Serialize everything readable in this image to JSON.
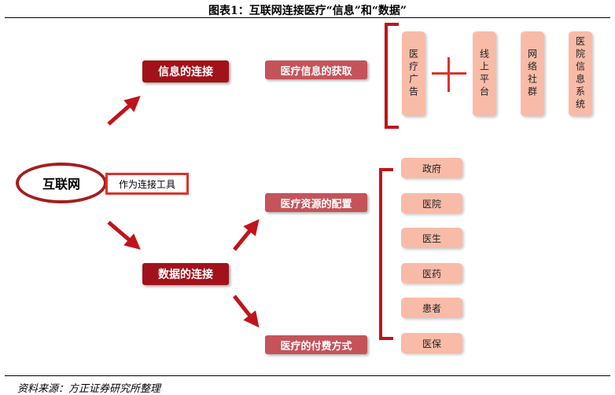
{
  "title": "图表1：互联网连接医疗“信息”和“数据”",
  "source": "资料来源：方正证券研究所整理",
  "center": {
    "label": "互联网",
    "tool": "作为连接工具"
  },
  "info_connection": {
    "label": "信息的连接",
    "target": "医疗信息的获取",
    "channels": [
      "医疗广告",
      "线上平台",
      "网络社群",
      "医院信息系统"
    ]
  },
  "data_connection": {
    "label": "数据的连接",
    "resource": "医疗资源的配置",
    "payment": "医疗的付费方式",
    "entities": [
      "政府",
      "医院",
      "医生",
      "医药",
      "患者",
      "医保"
    ]
  },
  "colors": {
    "dark_red": "#a2121b",
    "mid_red": "#c5535a",
    "salmon": "#f8bba8",
    "arrow": "#c0141a"
  }
}
